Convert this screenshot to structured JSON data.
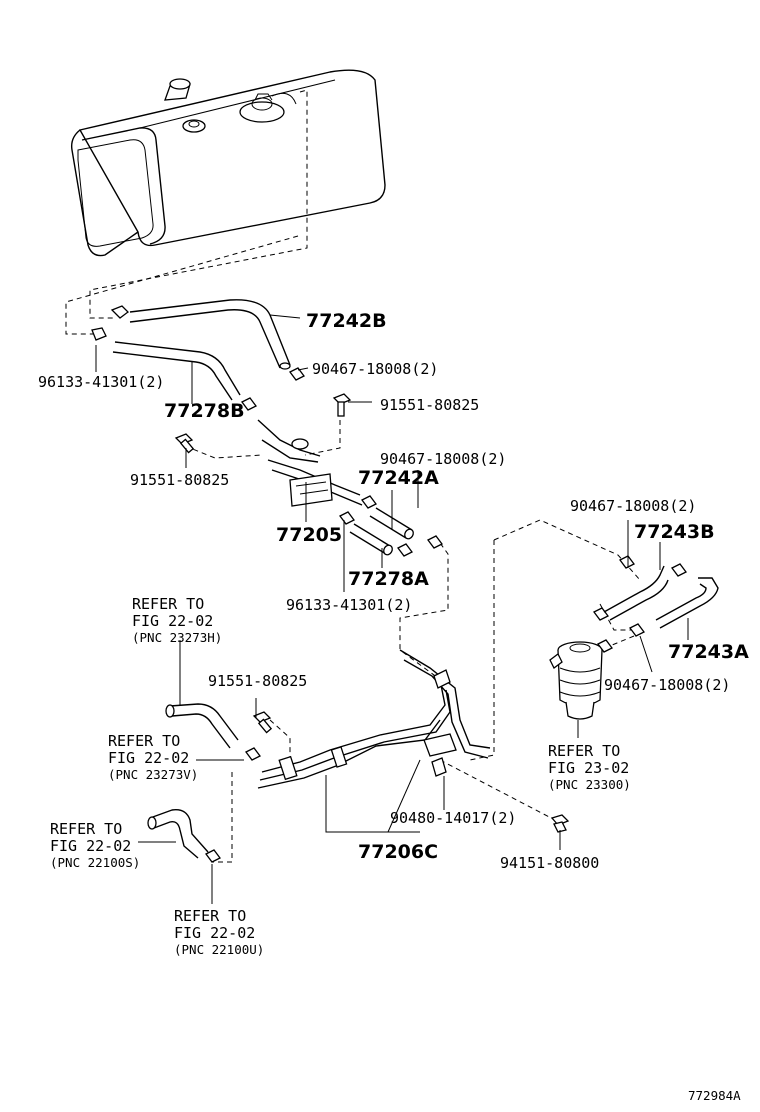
{
  "labels": {
    "hose_77242B": "77242B",
    "clamp_90467_top": "90467-18008(2)",
    "clip_96133_top": "96133-41301(2)",
    "hose_77278B": "77278B",
    "bolt_91551_right": "91551-80825",
    "bolt_91551_left": "91551-80825",
    "clamp_90467_mid": "90467-18008(2)",
    "hose_77242A": "77242A",
    "bracket_77205": "77205",
    "hose_77278A": "77278A",
    "clip_96133_bottom": "96133-41301(2)",
    "clamp_90467_right_top": "90467-18008(2)",
    "hose_77243B": "77243B",
    "hose_77243A": "77243A",
    "clamp_90467_right_bottom": "90467-18008(2)",
    "bolt_91551_lower": "91551-80825",
    "clip_90480": "90480-14017(2)",
    "tube_77206C": "77206C",
    "nut_94151": "94151-80800",
    "diagram_id": "772984A"
  },
  "refs": {
    "ref_22_02_h": {
      "line1": "REFER TO",
      "line2": "FIG 22-02",
      "line3": "(PNC 23273H)"
    },
    "ref_22_02_v": {
      "line1": "REFER TO",
      "line2": "FIG 22-02",
      "line3": "(PNC 23273V)"
    },
    "ref_22_02_s": {
      "line1": "REFER TO",
      "line2": "FIG 22-02",
      "line3": "(PNC 22100S)"
    },
    "ref_22_02_u": {
      "line1": "REFER TO",
      "line2": "FIG 22-02",
      "line3": "(PNC 22100U)"
    },
    "ref_23_02": {
      "line1": "REFER TO",
      "line2": "FIG 23-02",
      "line3": "(PNC 23300)"
    }
  }
}
